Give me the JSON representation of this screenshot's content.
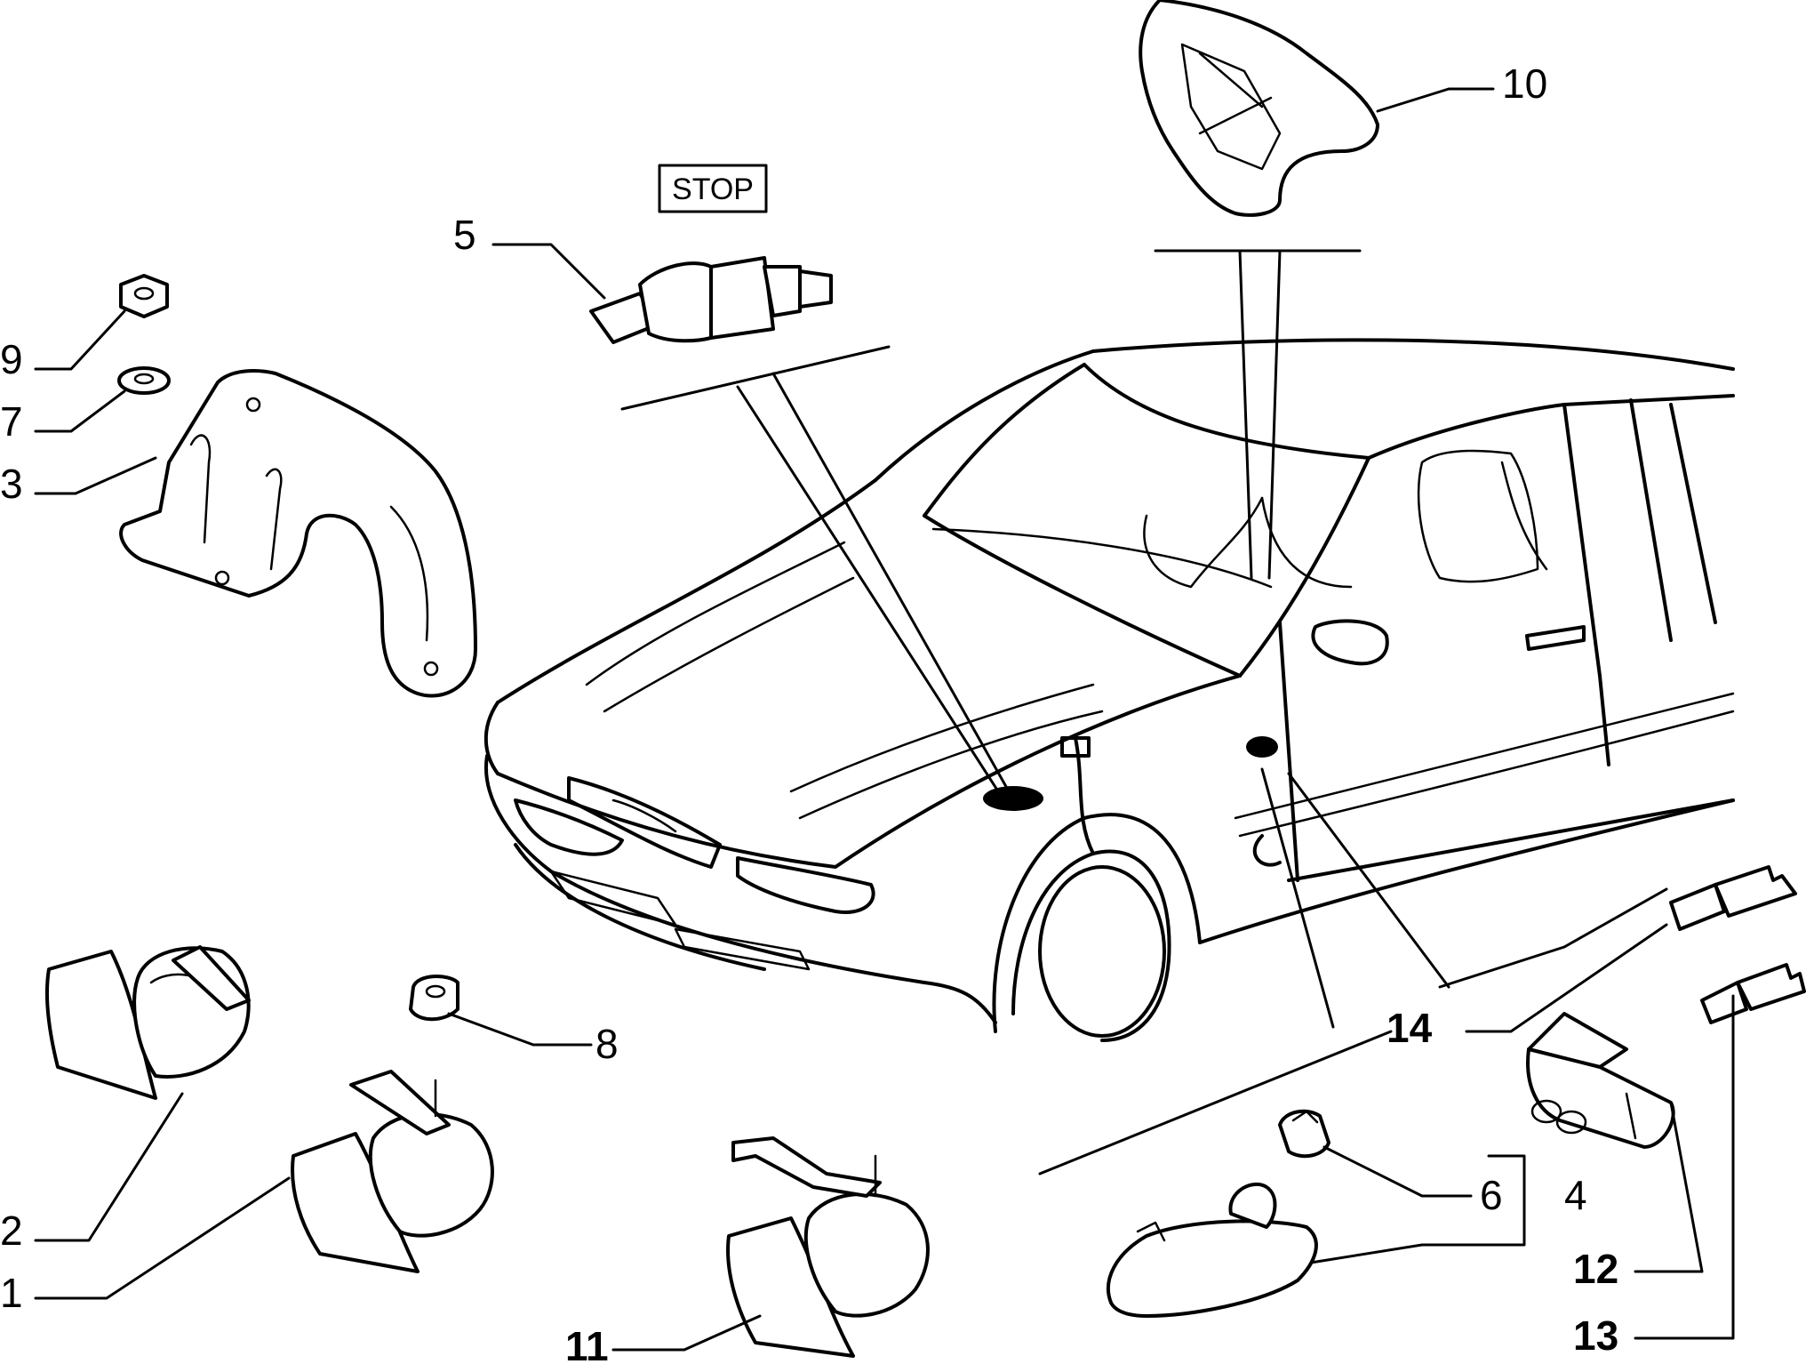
{
  "stop_sign": "STOP",
  "labels": {
    "p1": "1",
    "p2": "2",
    "p3": "3",
    "p4": "4",
    "p5": "5",
    "p6": "6",
    "p7": "7",
    "p8": "8",
    "p9": "9",
    "p10": "10",
    "p11": "11",
    "p12": "12",
    "p13": "13",
    "p14": "14"
  }
}
